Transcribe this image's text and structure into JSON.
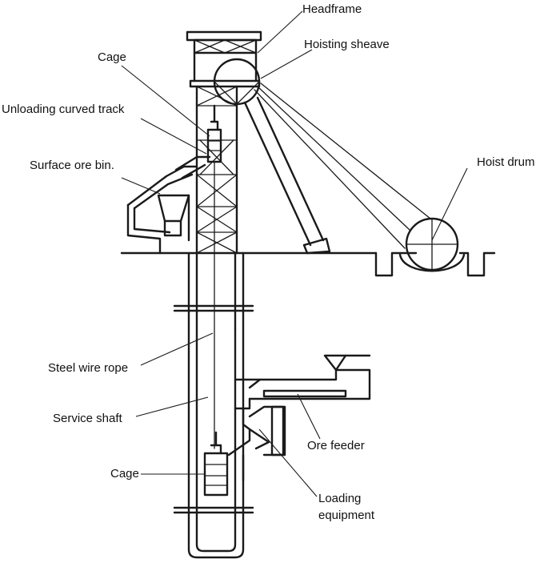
{
  "labels": {
    "headframe": "Headframe",
    "hoisting_sheave": "Hoisting sheave",
    "cage_top": "Cage",
    "unloading_track": "Unloading curved track",
    "surface_ore_bin": "Surface ore bin.",
    "hoist_drum": "Hoist drum",
    "steel_wire_rope": "Steel wire rope",
    "service_shaft": "Service  shaft",
    "ore_feeder": "Ore feeder",
    "cage_bottom": "Cage",
    "loading_equipment_1": "Loading",
    "loading_equipment_2": "equipment"
  }
}
